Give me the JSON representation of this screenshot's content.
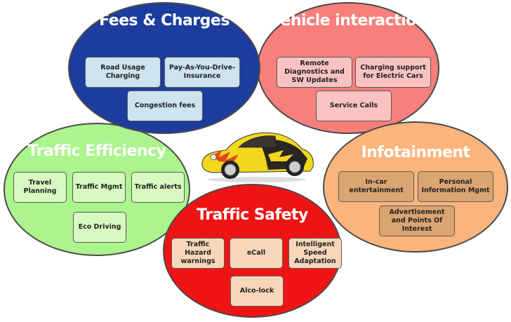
{
  "diagram": {
    "center_image": "sports-car-illustration",
    "groups": [
      {
        "id": "fees",
        "title": "Fees & Charges",
        "color": "#1c3c9e",
        "items": [
          "Road Usage Charging",
          "Pay-As-You-Drive-Insurance",
          "Congestion fees"
        ]
      },
      {
        "id": "vehicle",
        "title": "Vehicle interaction",
        "color": "#f77f7c",
        "items": [
          "Remote Diagnostics and SW Updates",
          "Charging support for Electric Cars",
          "Service Calls"
        ]
      },
      {
        "id": "efficiency",
        "title": "Traffic Efficiency",
        "color": "#abf48e",
        "items": [
          "Travel Planning",
          "Traffic Mgmt",
          "Traffic alerts",
          "Eco Driving"
        ]
      },
      {
        "id": "infotainment",
        "title": "Infotainment",
        "color": "#fbb47c",
        "items": [
          "In-car entertainment",
          "Personal Information Mgmt",
          "Advertisement and Points Of Interest"
        ]
      },
      {
        "id": "safety",
        "title": "Traffic Safety",
        "color": "#ee1414",
        "items": [
          "Traffic Hazard warnings",
          "eCall",
          "Intelligent Speed Adaptation",
          "Alco-lock"
        ]
      }
    ]
  }
}
